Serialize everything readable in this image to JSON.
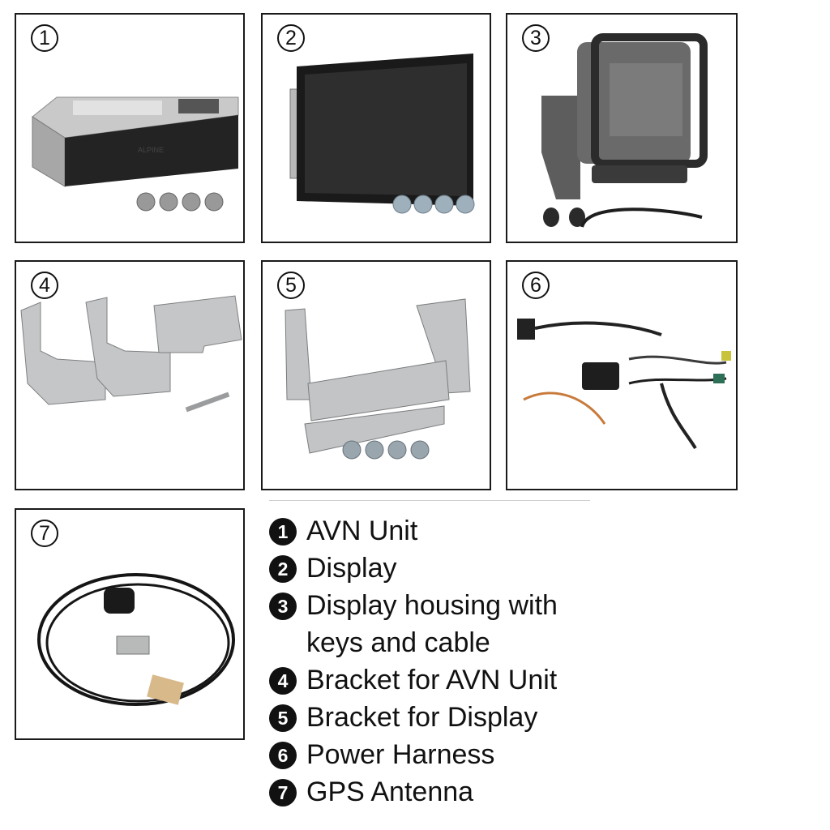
{
  "panels": [
    {
      "number": "1"
    },
    {
      "number": "2"
    },
    {
      "number": "3"
    },
    {
      "number": "4"
    },
    {
      "number": "5"
    },
    {
      "number": "6"
    },
    {
      "number": "7"
    }
  ],
  "legend": [
    {
      "number": "1",
      "label": "AVN Unit"
    },
    {
      "number": "2",
      "label": "Display"
    },
    {
      "number": "3",
      "label": "Display housing with keys and cable"
    },
    {
      "number": "4",
      "label": "Bracket for AVN Unit"
    },
    {
      "number": "5",
      "label": "Bracket for Display"
    },
    {
      "number": "6",
      "label": "Power Harness"
    },
    {
      "number": "7",
      "label": "GPS Antenna"
    }
  ],
  "colors": {
    "border": "#1a1a1a",
    "text": "#111111",
    "metal": "#b9bcbf",
    "black": "#1c1c1c"
  }
}
